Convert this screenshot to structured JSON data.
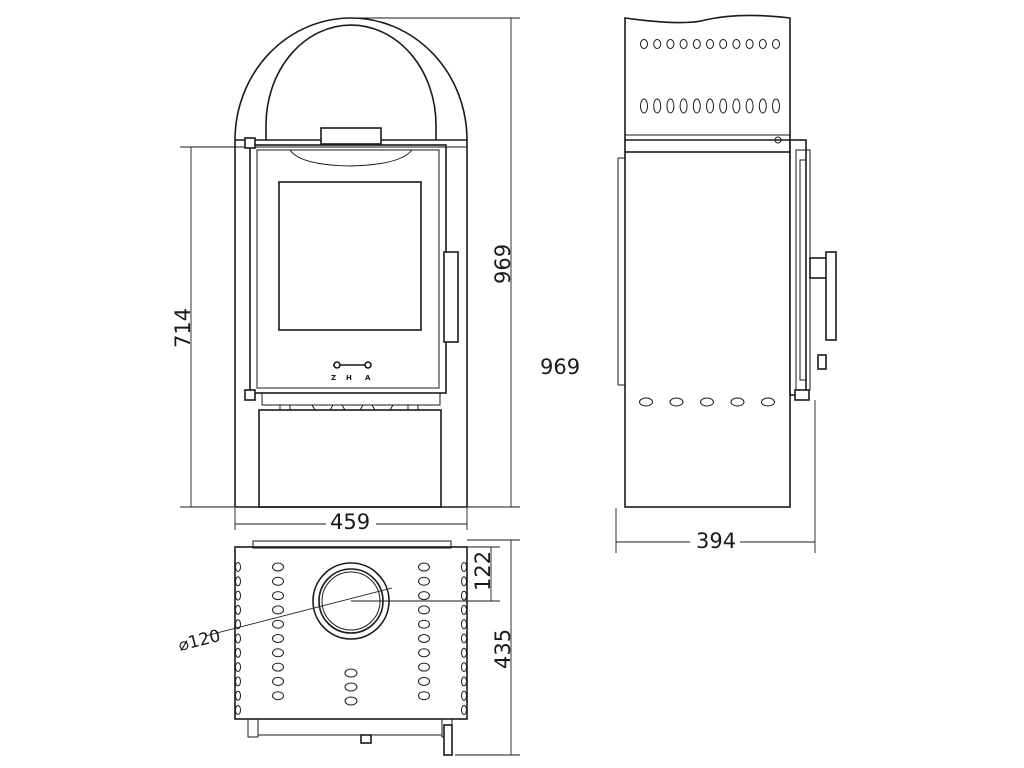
{
  "dimensions": {
    "front_total_height": "969",
    "front_body_height": "714",
    "front_width": "459",
    "side_total_height": "969",
    "side_depth": "394",
    "top_flue_offset": "122",
    "top_depth": "435",
    "flue_diameter": "⌀120"
  },
  "control_labels": {
    "left": "Z",
    "middle": "H",
    "right": "A"
  }
}
